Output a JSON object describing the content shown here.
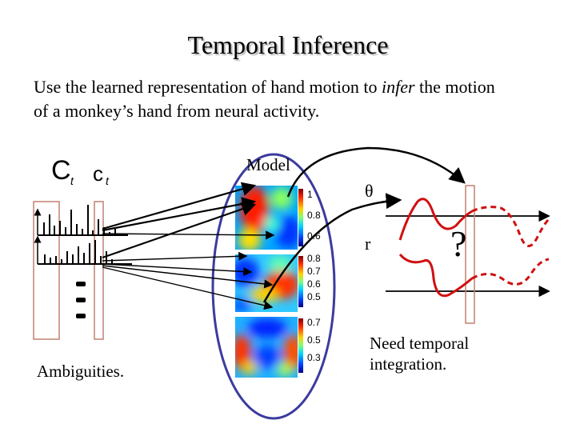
{
  "title": "Temporal Inference",
  "intro": {
    "before": "Use the learned representation of hand motion to ",
    "emphasis": "infer",
    "after": " the motion of a monkey’s hand from neural activity."
  },
  "firing_labels": {
    "C": "C",
    "C_sub": "t",
    "c": "c",
    "c_sub": "t"
  },
  "model_label": "Model",
  "theta_label": "θ",
  "r_label": "r",
  "question_mark": "?",
  "ambiguities_label": "Ambiguities.",
  "note": {
    "line1": "Need temporal",
    "line2": "integration."
  },
  "colorbars": [
    {
      "ticks": [
        "1",
        "0.8",
        "0.6"
      ]
    },
    {
      "ticks": [
        "0.8",
        "0.7",
        "0.6",
        "0.5"
      ]
    },
    {
      "ticks": [
        "0.7",
        "0.5",
        "0.3"
      ]
    }
  ],
  "colors": {
    "ellipse": "#3b3b9e",
    "box": "#c08070",
    "curve": "#d01010",
    "arrow": "#000000"
  },
  "icons": [
    "arrow-icon",
    "ellipsis-icon"
  ]
}
